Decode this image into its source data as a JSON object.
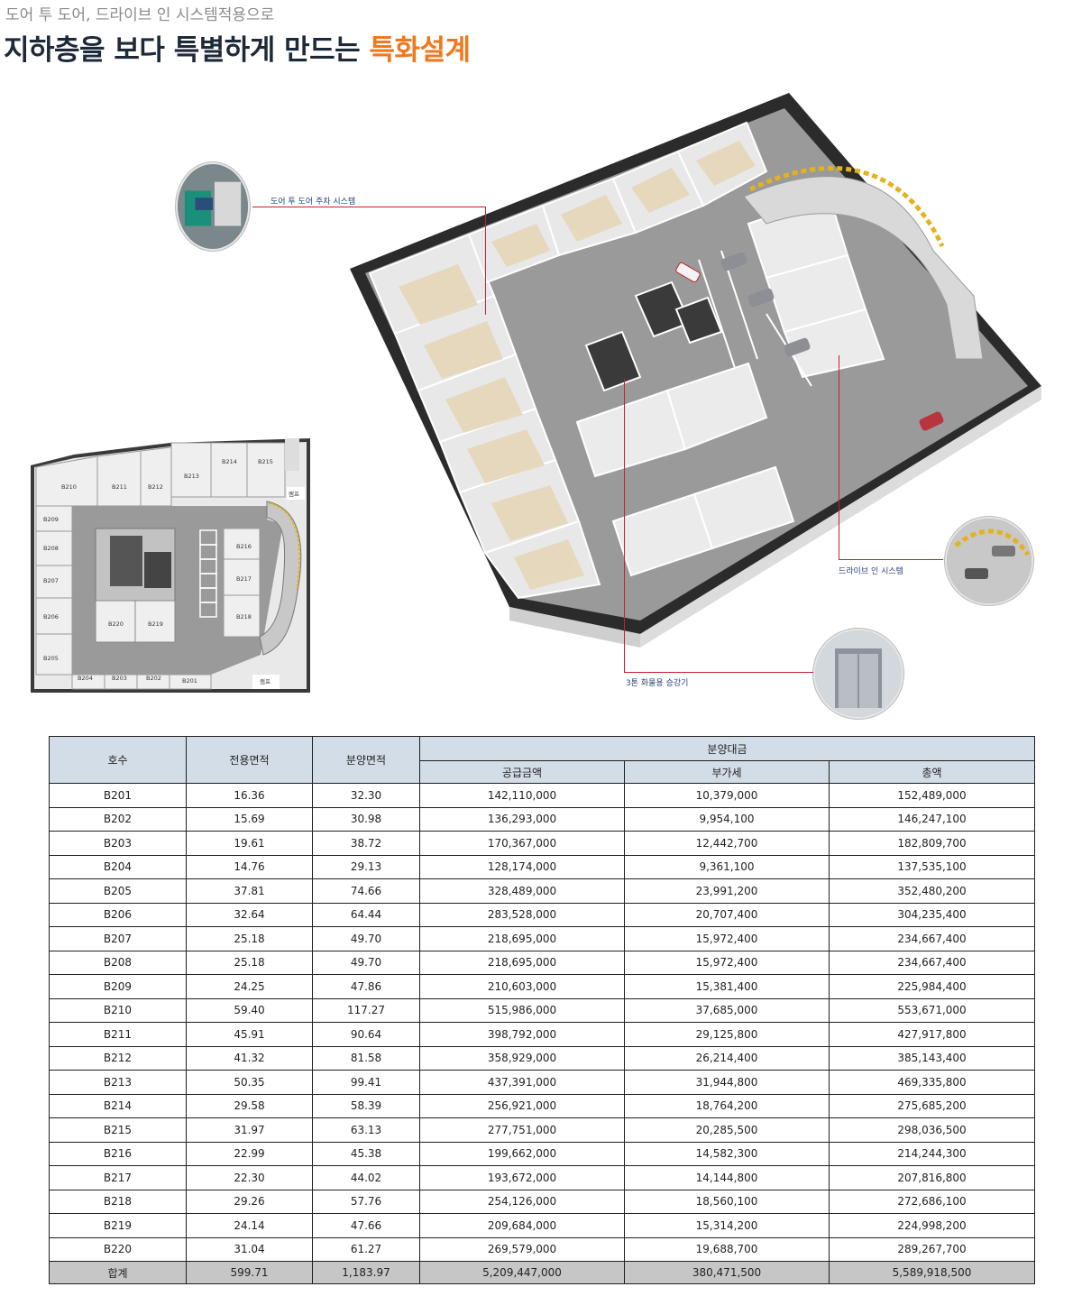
{
  "header": {
    "subtitle": "도어 투 도어, 드라이브 인 시스템적용으로",
    "title_main": "지하층을 보다 특별하게 만드는 ",
    "title_accent": "특화설계",
    "accent_color": "#f0781e"
  },
  "callouts": {
    "door_to_door": "도어 투 도어 주차 시스템",
    "drive_in": "드라이브 인 시스템",
    "elevator": "3톤 화물용 승강기",
    "leader_color": "#c8202f"
  },
  "floorplan": {
    "units": {
      "b201": "B201",
      "b202": "B202",
      "b203": "B203",
      "b204": "B204",
      "b205": "B205",
      "b206": "B206",
      "b207": "B207",
      "b208": "B208",
      "b209": "B209",
      "b210": "B210",
      "b211": "B211",
      "b212": "B212",
      "b213": "B213",
      "b214": "B214",
      "b215": "B215",
      "b216": "B216",
      "b217": "B217",
      "b218": "B218",
      "b219": "B219",
      "b220": "B220"
    },
    "ramp_label_1": "램프",
    "ramp_label_2": "램프"
  },
  "table": {
    "headers": {
      "unit": "호수",
      "exclusive_area": "전용면적",
      "sale_area": "분양면적",
      "price_group": "분양대금",
      "supply_price": "공급금액",
      "vat": "부가세",
      "total": "총액"
    },
    "rows": [
      [
        "B201",
        "16.36",
        "32.30",
        "142,110,000",
        "10,379,000",
        "152,489,000"
      ],
      [
        "B202",
        "15.69",
        "30.98",
        "136,293,000",
        "9,954,100",
        "146,247,100"
      ],
      [
        "B203",
        "19.61",
        "38.72",
        "170,367,000",
        "12,442,700",
        "182,809,700"
      ],
      [
        "B204",
        "14.76",
        "29.13",
        "128,174,000",
        "9,361,100",
        "137,535,100"
      ],
      [
        "B205",
        "37.81",
        "74.66",
        "328,489,000",
        "23,991,200",
        "352,480,200"
      ],
      [
        "B206",
        "32.64",
        "64.44",
        "283,528,000",
        "20,707,400",
        "304,235,400"
      ],
      [
        "B207",
        "25.18",
        "49.70",
        "218,695,000",
        "15,972,400",
        "234,667,400"
      ],
      [
        "B208",
        "25.18",
        "49.70",
        "218,695,000",
        "15,972,400",
        "234,667,400"
      ],
      [
        "B209",
        "24.25",
        "47.86",
        "210,603,000",
        "15,381,400",
        "225,984,400"
      ],
      [
        "B210",
        "59.40",
        "117.27",
        "515,986,000",
        "37,685,000",
        "553,671,000"
      ],
      [
        "B211",
        "45.91",
        "90.64",
        "398,792,000",
        "29,125,800",
        "427,917,800"
      ],
      [
        "B212",
        "41.32",
        "81.58",
        "358,929,000",
        "26,214,400",
        "385,143,400"
      ],
      [
        "B213",
        "50.35",
        "99.41",
        "437,391,000",
        "31,944,800",
        "469,335,800"
      ],
      [
        "B214",
        "29.58",
        "58.39",
        "256,921,000",
        "18,764,200",
        "275,685,200"
      ],
      [
        "B215",
        "31.97",
        "63.13",
        "277,751,000",
        "20,285,500",
        "298,036,500"
      ],
      [
        "B216",
        "22.99",
        "45.38",
        "199,662,000",
        "14,582,300",
        "214,244,300"
      ],
      [
        "B217",
        "22.30",
        "44.02",
        "193,672,000",
        "14,144,800",
        "207,816,800"
      ],
      [
        "B218",
        "29.26",
        "57.76",
        "254,126,000",
        "18,560,100",
        "272,686,100"
      ],
      [
        "B219",
        "24.14",
        "47.66",
        "209,684,000",
        "15,314,200",
        "224,998,200"
      ],
      [
        "B220",
        "31.04",
        "61.27",
        "269,579,000",
        "19,688,700",
        "289,267,700"
      ]
    ],
    "footer": [
      "합계",
      "599.71",
      "1,183.97",
      "5,209,447,000",
      "380,471,500",
      "5,589,918,500"
    ]
  }
}
